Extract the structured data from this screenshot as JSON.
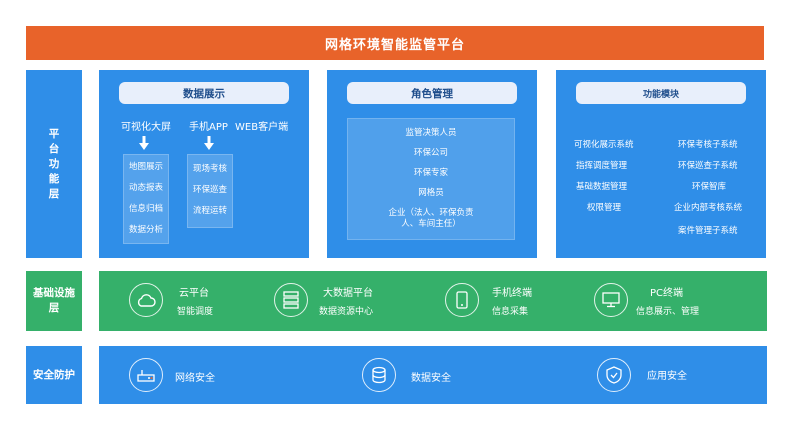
{
  "title": "网格环境智能监管平台",
  "layers": {
    "platform": "平台功能层",
    "platform_lines": [
      "平",
      "台",
      "功",
      "能",
      "层"
    ],
    "infra_line1": "基础设施",
    "infra_line2": "层",
    "security": "安全防护"
  },
  "data_display": {
    "title": "数据展示",
    "columns": [
      "可视化大屏",
      "手机APP",
      "WEB客户端"
    ],
    "screen_items": [
      "地图展示",
      "动态报表",
      "信息归档",
      "数据分析"
    ],
    "app_items": [
      "现场考核",
      "环保巡查",
      "流程运转"
    ]
  },
  "role_mgmt": {
    "title": "角色管理",
    "roles": [
      "监管决策人员",
      "环保公司",
      "环保专家",
      "网格员"
    ],
    "last_role_line1": "企业（法人、环保负责",
    "last_role_line2": "人、车间主任）"
  },
  "func_module": {
    "title": "功能模块",
    "left": [
      "可视化展示系统",
      "指挥调度管理",
      "基础数据管理",
      "权限管理"
    ],
    "right": [
      "环保考核子系统",
      "环保巡查子系统",
      "环保智库",
      "企业内部考核系统",
      "案件管理子系统"
    ]
  },
  "infra": [
    {
      "title": "云平台",
      "sub": "智能调度",
      "icon": "cloud-icon"
    },
    {
      "title": "大数据平台",
      "sub": "数据资源中心",
      "icon": "database-server-icon"
    },
    {
      "title": "手机终端",
      "sub": "信息采集",
      "icon": "mobile-phone-icon"
    },
    {
      "title": "PC终端",
      "sub": "信息展示、管理",
      "icon": "monitor-icon"
    }
  ],
  "security": [
    {
      "title": "网络安全",
      "icon": "network-security-icon"
    },
    {
      "title": "数据安全",
      "icon": "data-security-icon"
    },
    {
      "title": "应用安全",
      "icon": "shield-icon"
    }
  ],
  "colors": {
    "title_bar": "#e8632a",
    "blue": "#2f8ee8",
    "green": "#35b06a",
    "pill": "#e8effb"
  }
}
